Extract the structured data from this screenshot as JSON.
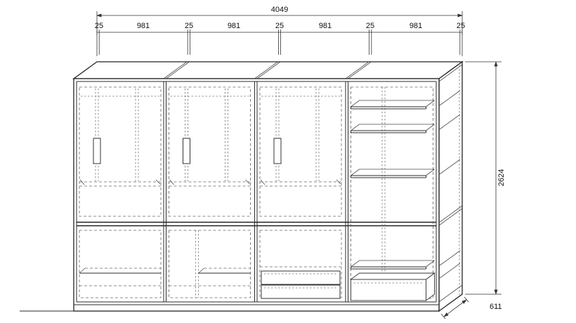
{
  "drawing": {
    "type": "wardrobe-elevation",
    "dimensions": {
      "overall_width": "4049",
      "segments": [
        "25",
        "981",
        "25",
        "981",
        "25",
        "981",
        "25",
        "981",
        "25"
      ],
      "height": "2624",
      "depth": "611"
    }
  }
}
